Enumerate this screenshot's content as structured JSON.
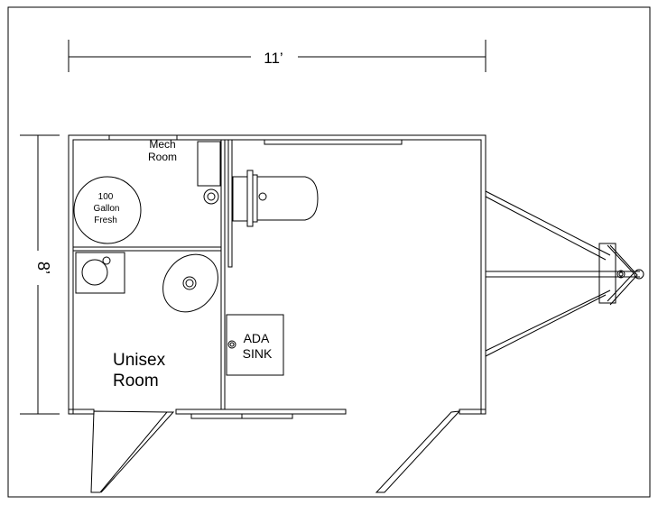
{
  "dimensions": {
    "width_label": "11’",
    "height_label": "8’"
  },
  "rooms": {
    "mech_room": [
      "Mech",
      "Room"
    ],
    "tank": [
      "100",
      "Gallon",
      "Fresh"
    ],
    "unisex_room": [
      "Unisex",
      "Room"
    ],
    "ada_sink": [
      "ADA",
      "SINK"
    ]
  },
  "colors": {
    "line": "#000000",
    "background": "#ffffff"
  }
}
